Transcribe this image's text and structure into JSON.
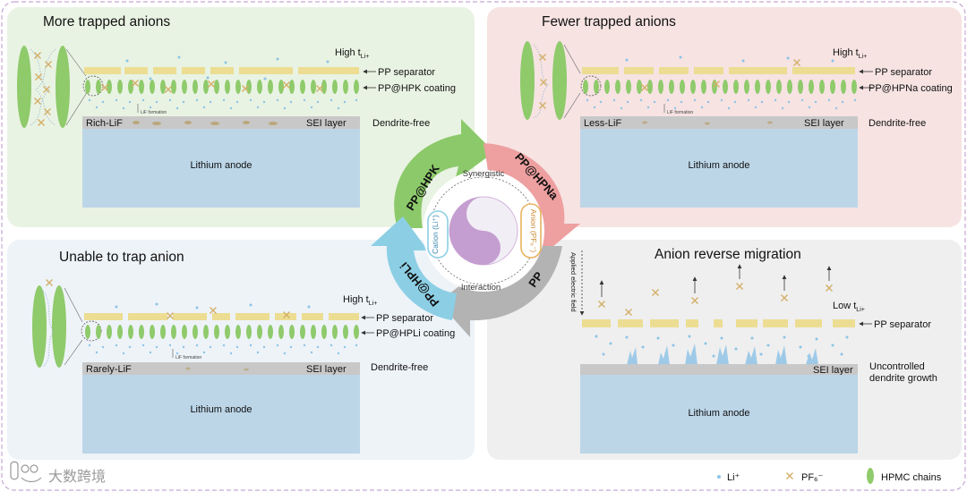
{
  "panels": {
    "top_left": {
      "title": "More trapped anions",
      "transference": "High t",
      "sub": "Li+",
      "separator": "PP separator",
      "coating": "PP@HPK coating",
      "lif_formation": "LiF formation",
      "lif": "Rich-LiF",
      "sei": "SEI layer",
      "dendrite": "Dendrite-free",
      "anode": "Lithium anode"
    },
    "top_right": {
      "title": "Fewer trapped anions",
      "transference": "High t",
      "sub": "Li+",
      "separator": "PP separator",
      "coating": "PP@HPNa coating",
      "lif_formation": "LiF formation",
      "lif": "Less-LiF",
      "sei": "SEI layer",
      "dendrite": "Dendrite-free",
      "anode": "Lithium anode"
    },
    "bottom_left": {
      "title": "Unable to trap anion",
      "transference": "High t",
      "sub": "Li+",
      "separator": "PP separator",
      "coating": "PP@HPLi coating",
      "lif_formation": "LiF formation",
      "lif": "Rarely-LiF",
      "sei": "SEI layer",
      "dendrite": "Dendrite-free",
      "anode": "Lithium anode"
    },
    "bottom_right": {
      "title": "Anion reverse migration",
      "field": "Applied electric field",
      "transference": "Low t",
      "sub": "Li+",
      "separator": "PP separator",
      "sei": "SEI layer",
      "dendrite_line1": "Uncontrolled",
      "dendrite_line2": "dendrite growth",
      "anode": "Lithium anode"
    }
  },
  "cycle": {
    "arrows": [
      "PP@HPK",
      "PP@HPNa",
      "PP",
      "PP@HPLi"
    ],
    "ring_top": "Synergistic",
    "ring_bottom": "Interaction",
    "cation_pill": "Cation (Li⁺)",
    "anion_pill": "Anion (PF₆⁻)"
  },
  "legend": {
    "li": "Li⁺",
    "pf6": "PF₆⁻",
    "hpmc": "HPMC chains"
  },
  "watermark": "大数跨境",
  "colors": {
    "panel_green": "#e9f3e3",
    "panel_pink": "#f6e3e2",
    "panel_blue": "#eef3f8",
    "panel_gray": "#efefef",
    "separator": "#ecdd93",
    "hpmc": "#8fca6b",
    "anode": "#bcd6e8",
    "sei": "#c8c8c8",
    "li_dot": "#8cc4e6",
    "anion": "#d4b06a",
    "arrow_green": "#8cc96a",
    "arrow_pink": "#ee9fa0",
    "arrow_gray": "#b3b3b3",
    "arrow_blue": "#8ccfe5",
    "yin": "#c59ed1",
    "yang": "#f2eef6",
    "frame": "#c8a6d4"
  }
}
